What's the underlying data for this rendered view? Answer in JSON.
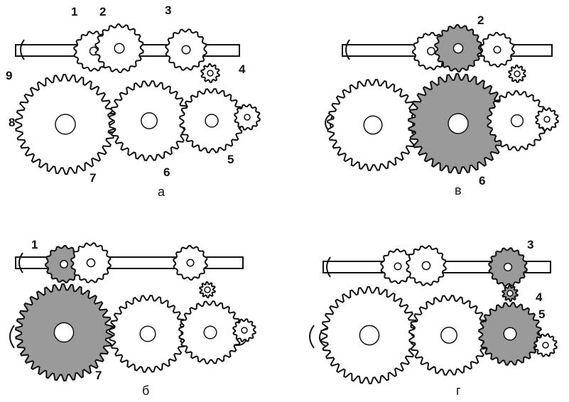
{
  "panels": [
    {
      "id": "a",
      "caption": "а",
      "labels": [
        "1",
        "2",
        "3",
        "4",
        "9",
        "8",
        "7",
        "6",
        "5"
      ],
      "shaded": []
    },
    {
      "id": "v",
      "caption": "в",
      "labels": [
        "2",
        "6"
      ],
      "shaded": [
        "gear-2",
        "gear-6"
      ]
    },
    {
      "id": "b",
      "caption": "б",
      "labels": [
        "1",
        "7"
      ],
      "shaded": [
        "gear-1",
        "gear-7"
      ]
    },
    {
      "id": "g",
      "caption": "г",
      "labels": [
        "3",
        "4",
        "5"
      ],
      "shaded": [
        "gear-3",
        "gear-4",
        "gear-5"
      ]
    }
  ],
  "colors": {
    "ink": "#111111",
    "shade": "#9a9a9a",
    "paper": "#ffffff"
  }
}
